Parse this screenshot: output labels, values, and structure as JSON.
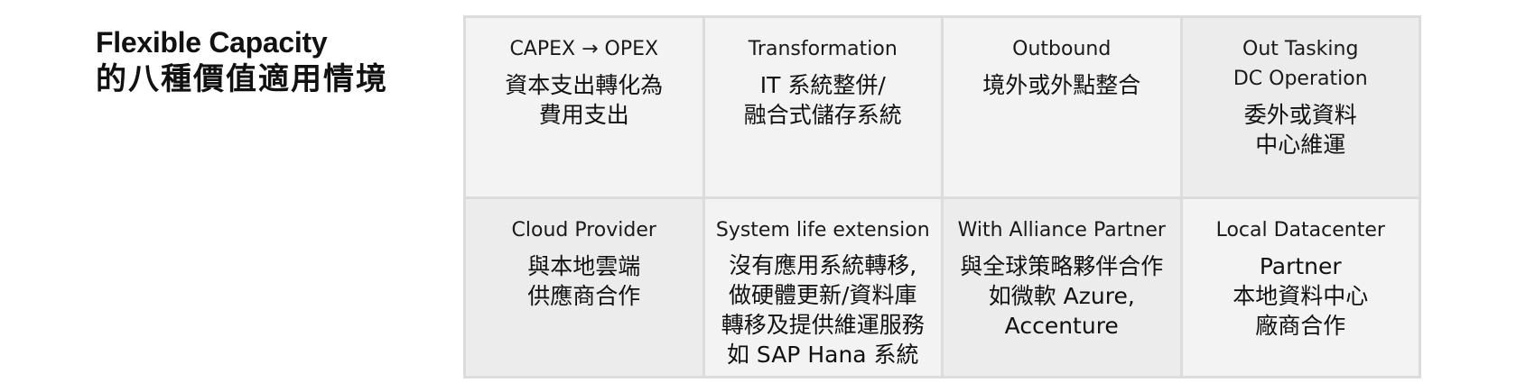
{
  "heading": {
    "title_en": "Flexible Capacity",
    "title_zh": "的八種價值適用情境"
  },
  "grid": {
    "cells": [
      {
        "title": "CAPEX → OPEX",
        "body": "資本支出轉化為\n費用支出"
      },
      {
        "title": "Transformation",
        "body": "IT 系統整併/\n融合式儲存系統"
      },
      {
        "title": "Outbound",
        "body": "境外或外點整合"
      },
      {
        "title": "Out Tasking\nDC Operation",
        "body": "委外或資料\n中心維運"
      },
      {
        "title": "Cloud Provider",
        "body": "與本地雲端\n供應商合作"
      },
      {
        "title": "System life extension",
        "body": "沒有應用系統轉移,\n做硬體更新/資料庫\n轉移及提供維運服務\n如 SAP Hana 系統"
      },
      {
        "title": "With Alliance Partner",
        "body": "與全球策略夥伴合作\n如微軟 Azure,\nAccenture"
      },
      {
        "title": "Local Datacenter",
        "body": "Partner\n本地資料中心\n廠商合作"
      }
    ]
  }
}
